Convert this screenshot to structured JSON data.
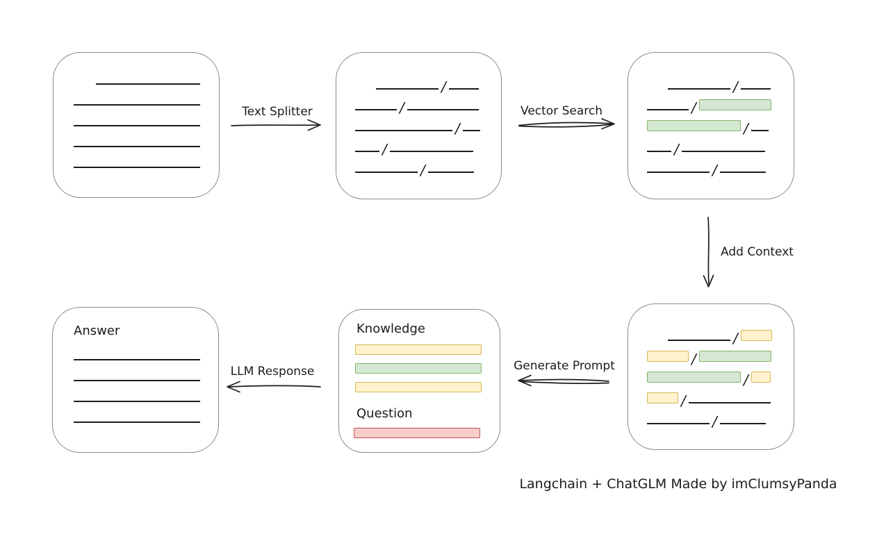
{
  "caption": "Langchain + ChatGLM Made by imClumsyPanda",
  "slash": "/",
  "colors": {
    "line": "#1b1b1b",
    "box_border": "#8a8a8a",
    "green_fill": "#d5e8d4",
    "green_border": "#82b366",
    "yellow_fill": "#fff2cc",
    "yellow_border": "#d6b656",
    "red_fill": "#f8cecc",
    "red_border": "#b85450"
  },
  "arrows": {
    "text_splitter": {
      "label": "Text Splitter",
      "direction": "right"
    },
    "vector_search": {
      "label": "Vector Search",
      "direction": "right"
    },
    "add_context": {
      "label": "Add Context",
      "direction": "down"
    },
    "generate_prompt": {
      "label": "Generate Prompt",
      "direction": "left"
    },
    "llm_response": {
      "label": "LLM Response",
      "direction": "left"
    }
  },
  "boxes": {
    "document": {
      "lines": [
        {
          "indent": 32,
          "width": 150
        },
        {
          "indent": 0,
          "width": 182
        },
        {
          "indent": 0,
          "width": 182
        },
        {
          "indent": 0,
          "width": 182
        },
        {
          "indent": 0,
          "width": 182
        }
      ]
    },
    "chunks": {
      "rows": [
        {
          "indent": 30,
          "segments": [
            {
              "type": "line",
              "w": 90
            },
            {
              "type": "line",
              "w": 43
            }
          ]
        },
        {
          "indent": 0,
          "segments": [
            {
              "type": "line",
              "w": 60
            },
            {
              "type": "line",
              "w": 103
            }
          ]
        },
        {
          "indent": 0,
          "segments": [
            {
              "type": "line",
              "w": 140
            },
            {
              "type": "line",
              "w": 25
            }
          ]
        },
        {
          "indent": 0,
          "segments": [
            {
              "type": "line",
              "w": 35
            },
            {
              "type": "line",
              "w": 120
            }
          ]
        },
        {
          "indent": 0,
          "segments": [
            {
              "type": "line",
              "w": 90
            },
            {
              "type": "line",
              "w": 66
            }
          ]
        }
      ]
    },
    "retrieved": {
      "rows": [
        {
          "indent": 30,
          "segments": [
            {
              "type": "line",
              "w": 90
            },
            {
              "type": "line",
              "w": 43
            }
          ]
        },
        {
          "indent": 0,
          "segments": [
            {
              "type": "line",
              "w": 60
            },
            {
              "type": "green",
              "w": 104
            }
          ]
        },
        {
          "indent": 0,
          "segments": [
            {
              "type": "green",
              "w": 135
            },
            {
              "type": "line",
              "w": 25
            }
          ]
        },
        {
          "indent": 0,
          "segments": [
            {
              "type": "line",
              "w": 35
            },
            {
              "type": "line",
              "w": 120
            }
          ]
        },
        {
          "indent": 0,
          "segments": [
            {
              "type": "line",
              "w": 90
            },
            {
              "type": "line",
              "w": 66
            }
          ]
        }
      ]
    },
    "context": {
      "rows": [
        {
          "indent": 30,
          "segments": [
            {
              "type": "line",
              "w": 90
            },
            {
              "type": "yellow",
              "w": 45
            }
          ]
        },
        {
          "indent": 0,
          "segments": [
            {
              "type": "yellow",
              "w": 60
            },
            {
              "type": "green",
              "w": 104
            }
          ]
        },
        {
          "indent": 0,
          "segments": [
            {
              "type": "green",
              "w": 135
            },
            {
              "type": "yellow",
              "w": 28
            }
          ]
        },
        {
          "indent": 0,
          "segments": [
            {
              "type": "yellow",
              "w": 45
            },
            {
              "type": "line",
              "w": 118
            }
          ]
        },
        {
          "indent": 0,
          "segments": [
            {
              "type": "line",
              "w": 90
            },
            {
              "type": "line",
              "w": 66
            }
          ]
        }
      ]
    },
    "prompt": {
      "knowledge_label": "Knowledge",
      "question_label": "Question",
      "knowledge_bars": [
        "yellow",
        "green",
        "yellow"
      ],
      "question_bars": [
        "red"
      ]
    },
    "answer": {
      "label": "Answer",
      "lines": [
        {
          "indent": 0,
          "width": 182
        },
        {
          "indent": 0,
          "width": 182
        },
        {
          "indent": 0,
          "width": 182
        },
        {
          "indent": 0,
          "width": 182
        }
      ]
    }
  }
}
